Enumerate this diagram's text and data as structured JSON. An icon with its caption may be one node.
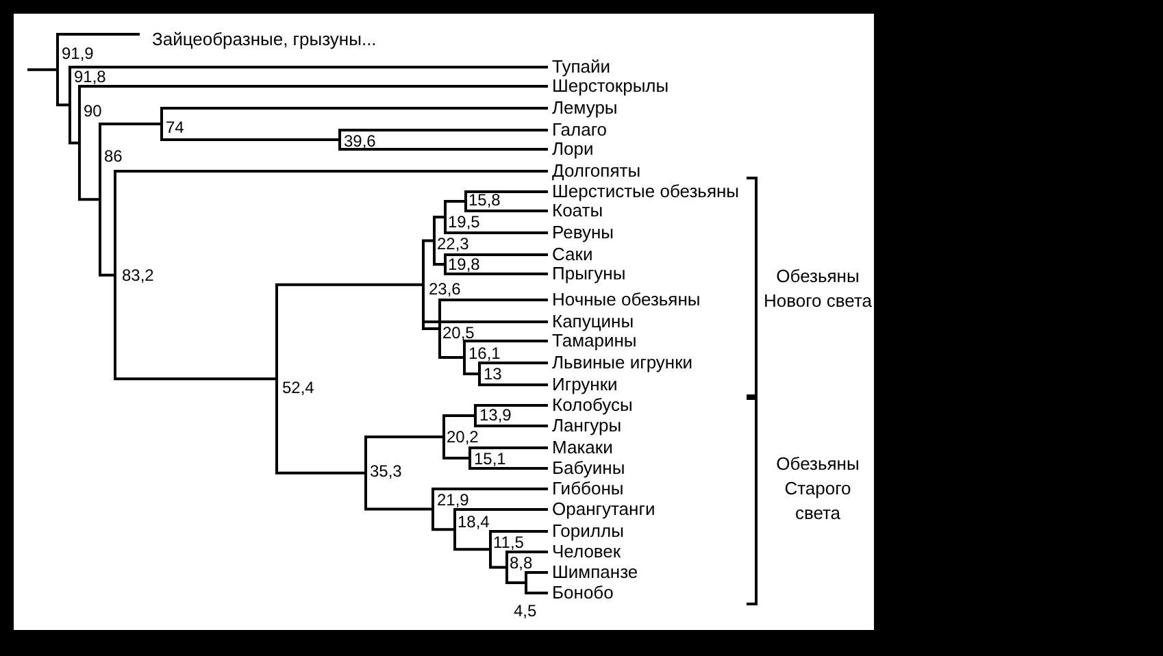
{
  "diagram": {
    "labels": [
      "Зайцеобразные, грызуны...",
      "91,9",
      "Тупайи",
      "91,8",
      "Шерстокрылы",
      "Лемуры",
      "90",
      "74",
      "Галаго",
      "39,6",
      "Лори",
      "86",
      "Долгопяты",
      "Шерстистые обезьяны",
      "15,8",
      "Коаты",
      "19,5",
      "Ревуны",
      "22,3",
      "Саки",
      "19,8",
      "Прыгуны",
      "83,2",
      "Обезьяны Нового света",
      "23,6",
      "Ночные обезьяны",
      "Капуцины",
      "20,5",
      "Тамарины",
      "16,1",
      "Львиные игрунки",
      "13",
      "Игрунки",
      "52,4",
      "Колобусы",
      "13,9",
      "Лангуры",
      "20,2",
      "Макаки",
      "15,1",
      "Бабуины",
      "35,3",
      "Гиббоны",
      "Обезьяны Старого света",
      "21,9",
      "Орангутанги",
      "18,4",
      "Гориллы",
      "11,5",
      "Человек",
      "8,8",
      "Шимпанзе",
      "Бонобо",
      "4,5"
    ]
  }
}
